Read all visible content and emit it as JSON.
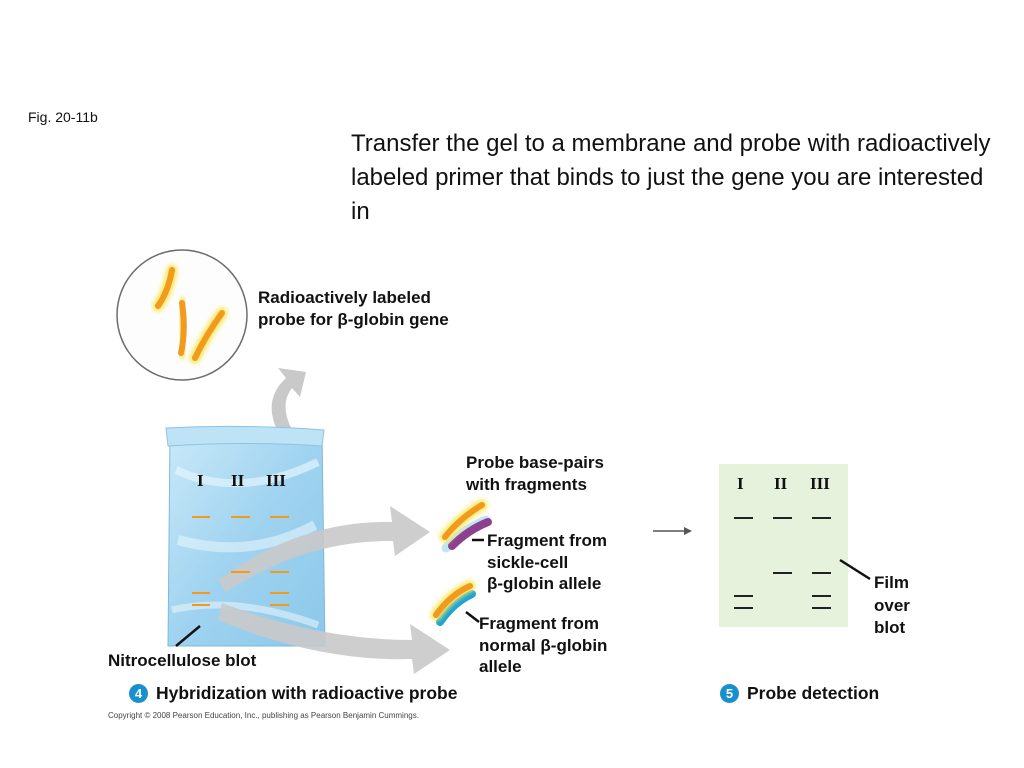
{
  "fig_label": "Fig. 20-11b",
  "heading": "Transfer the gel to a membrane and probe with radioactively labeled primer that binds to just the gene you are interested in",
  "labels": {
    "probe_line1": "Radioactively labeled",
    "probe_line2": "probe for β-globin gene",
    "basepair_line1": "Probe base-pairs",
    "basepair_line2": "with fragments",
    "sickle_line1": "Fragment from",
    "sickle_line2": "sickle-cell",
    "sickle_line3": "β-globin allele",
    "normal_line1": "Fragment from",
    "normal_line2": "normal β-globin",
    "normal_line3": "allele",
    "film_line1": "Film",
    "film_line2": "over",
    "film_line3": "blot",
    "blot": "Nitrocellulose blot"
  },
  "lanes": [
    "I",
    "II",
    "III"
  ],
  "steps": [
    {
      "number": "4",
      "text": "Hybridization with radioactive probe"
    },
    {
      "number": "5",
      "text": "Probe detection"
    }
  ],
  "copyright": "Copyright © 2008 Pearson Education, Inc., publishing as Pearson Benjamin Cummings.",
  "colors": {
    "probe": "#f29a1e",
    "probe_glow": "#f7e85a",
    "blot_fill": "#a9d8f2",
    "film_fill": "#e6f2dc",
    "arrow": "#c9c9c9",
    "sickle_fragment": "#8e3f8d",
    "normal_fragment": "#1aa3d4",
    "step_badge": "#1a8fd0"
  }
}
